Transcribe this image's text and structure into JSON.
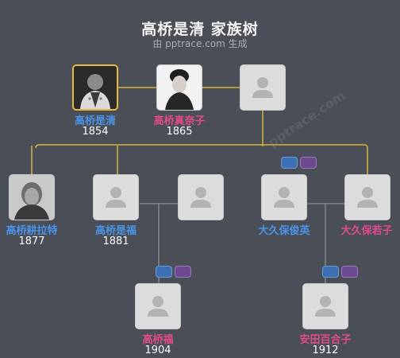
{
  "header": {
    "title": "高桥是清 家族树",
    "subtitle": "由 pptrace.com 生成",
    "watermark": "pptrace.com"
  },
  "colors": {
    "background": "#4a4e57",
    "line_lineage": "#d8b23a",
    "line_plain": "#9aa0a8",
    "male": "#4a93e8",
    "female": "#e24a8d",
    "selected_border": "#e8b93a"
  },
  "people": {
    "korekiyo": {
      "name": "高桥是清",
      "year": "1854",
      "gender": "male",
      "photo": "military-uniform-portrait"
    },
    "naoko": {
      "name": "高桥真奈子",
      "year": "1865",
      "gender": "female",
      "photo": "woman-portrait"
    },
    "unknown_spouse": {
      "name": "",
      "year": "",
      "gender": "unknown",
      "photo": "placeholder-person-icon"
    },
    "koretaka": {
      "name": "高桥耕拉特",
      "year": "1877",
      "gender": "male",
      "photo": "old-man-portrait"
    },
    "korefuku": {
      "name": "高桥是福",
      "year": "1881",
      "gender": "male",
      "photo": "placeholder-person-icon"
    },
    "korefuku_spouse": {
      "name": "",
      "year": "",
      "gender": "unknown",
      "photo": "placeholder-person-icon"
    },
    "okubo_shun": {
      "name": "大久保俊英",
      "year": "",
      "gender": "male",
      "photo": "placeholder-person-icon"
    },
    "okubo_wako": {
      "name": "大久保若子",
      "year": "",
      "gender": "female",
      "photo": "placeholder-person-icon"
    },
    "takahashi_fuku": {
      "name": "高桥福",
      "year": "1904",
      "gender": "female",
      "photo": "placeholder-person-icon"
    },
    "yasuda_yuriko": {
      "name": "安田百合子",
      "year": "1912",
      "gender": "female",
      "photo": "placeholder-person-icon"
    }
  }
}
